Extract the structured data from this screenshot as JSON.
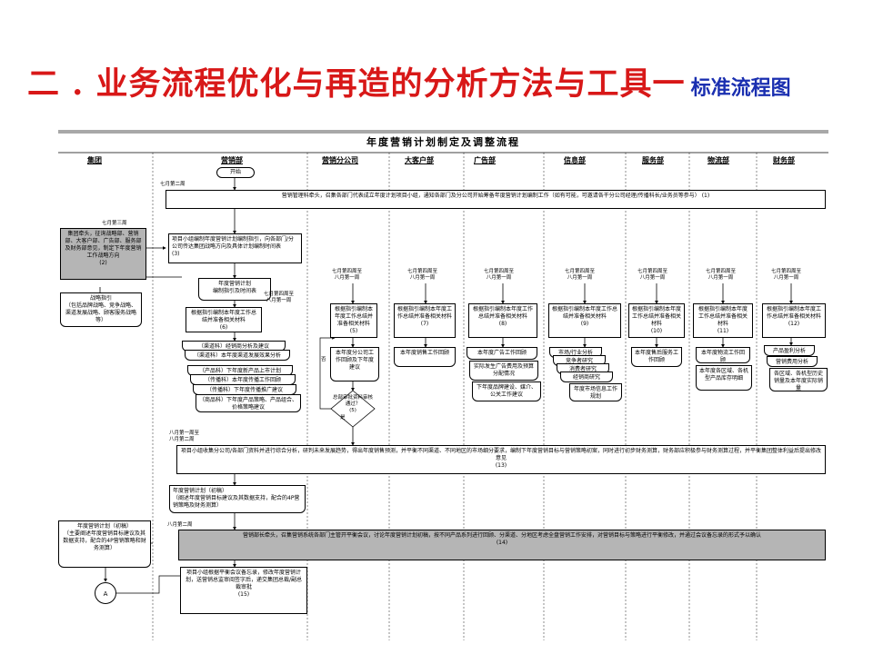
{
  "title": {
    "main": "二 . 业务流程优化与再造的分析方法与工具一",
    "sub": "标准流程图"
  },
  "chart_title": "年度营销计划制定及调整流程",
  "lanes": [
    "集团",
    "营销部",
    "营销分公司",
    "大客户部",
    "广告部",
    "信息部",
    "服务部",
    "物流部",
    "财务部"
  ],
  "start_label": "开始",
  "time_labels": {
    "july_w2": "七月第二周",
    "july_w3": "七月第三周",
    "july_w4_to_aug_w1": "七月第四周至\n八月第一周",
    "aug_w1_to_w2": "八月第一周至\n八月第二周",
    "aug_w2": "八月第二周"
  },
  "steps": {
    "s1": "营销管理科牵头，召集各部门代表成立年度计划项目小组，通知各部门及分公司开始筹备年度营销计划编制工作（如有可能，可邀请各干分公司经理/传播科长/业务员等参与）\n(1)",
    "s2": "集团牵头，征询战略部、营销部、大客户部、广告部、服务部及财务部意见，制定下年度营销工作战略方向\n(2)",
    "s3": "项目小组编制年度营销计划编制指引，向各部门/分公司传达集团战略方向及具体计划编制时间表\n(3)",
    "s3doc": "年度营销计划\n编制指引及时间表",
    "strategy_doc": "战略指引\n（包括品牌战略、竞争战略、渠道发展战略、顾客服务战略等）",
    "s5": "根据指引编制本年度工作总结并准备相关材料\n(5)",
    "s6": "根据指引编制本年度工作总结并准备相关材料\n(6)",
    "s7": "根据指引编制本年度工作总结并准备相关材料\n(7)",
    "s8": "根据指引编制本年度工作总结并准备相关材料\n(8)",
    "s9": "根据指引编制本年度工作总结并准备相关材料\n(9)",
    "s10": "根据指引编制本年度工作总结并准备相关材料\n(10)",
    "s11": "根据指引编制本年度工作总结并准备相关材料\n(11)",
    "s12": "根据指引编制本年度工作总结并准备相关材料\n(12)",
    "marketing_docs": [
      "（渠道科）经销商分析及建议",
      "（渠道科）本年度渠道发展效果分析",
      "（产品科）下年度新产品上市计划",
      "（传播科）本年度传播工作回顾",
      "（传播科）下年度传播推广建议",
      "（商品科）下年度产品策略、产品组合、价格策略建议"
    ],
    "branch_docs": [
      "本年度分公司工作回顾及下年度建议"
    ],
    "review_label": "总部审批资料审核通过？\n(5)",
    "yes_label": "是",
    "no_label": "否",
    "kehu_docs": [
      "本年度销售工作回顾"
    ],
    "ad_docs": [
      "本年度广告工作回顾",
      "实际发生广告费用及预算分配情况",
      "下年度品牌建设、媒介、公关工作建议"
    ],
    "info_docs": [
      "市场/行业分析",
      "竞争者研究",
      "消费者研究",
      "经销商研究",
      "年度市场信息工作规划"
    ],
    "service_docs": [
      "本年度售后服务工作回顾"
    ],
    "logistics_docs": [
      "本年度物流工作回顾",
      "本年度各区域、各机型产品库存明细"
    ],
    "finance_docs": [
      "产品盈利分析",
      "营销费用分析",
      "各区域、各机型历史销量及本年度实际销量"
    ],
    "s13": "项目小组收集分公司/各部门资料并进行综合分析，研判未来发展趋势，得出年度销售预测，并平衡不同渠道、不同地区的市场细分要求，编制下年度营销目标与营销策略初案，同时进行初步财务测算，财务部应积极参与财务测算过程，并平衡集团整体利益后提出修改意见\n(13)",
    "draft_doc": "年度营销计划（初稿）\n（阐述年度营销目标建议及其数据支持，配合的4P营销策略及财务测算）",
    "s14": "营销部长牵头，召集营销系统各部门主管开平衡会议，讨论年度营销计划初稿，按不同产品系列进行回顾、分渠道、分地区考虑全盘营销工作安排，对营销目标与策略进行平衡修改，并通过会议备忘录的形式予以确认\n(14)",
    "group_draft": "年度营销计划（初稿）\n（主要阐述年度营销目标建议及其数据支持，配合的4P营销策略和财务测算）",
    "s15": "项目小组根据平衡会议备忘录，修改年度营销计划，送营销总监审阅签字后，递交集团总裁/副总裁审批\n(15)",
    "connector": "A"
  }
}
